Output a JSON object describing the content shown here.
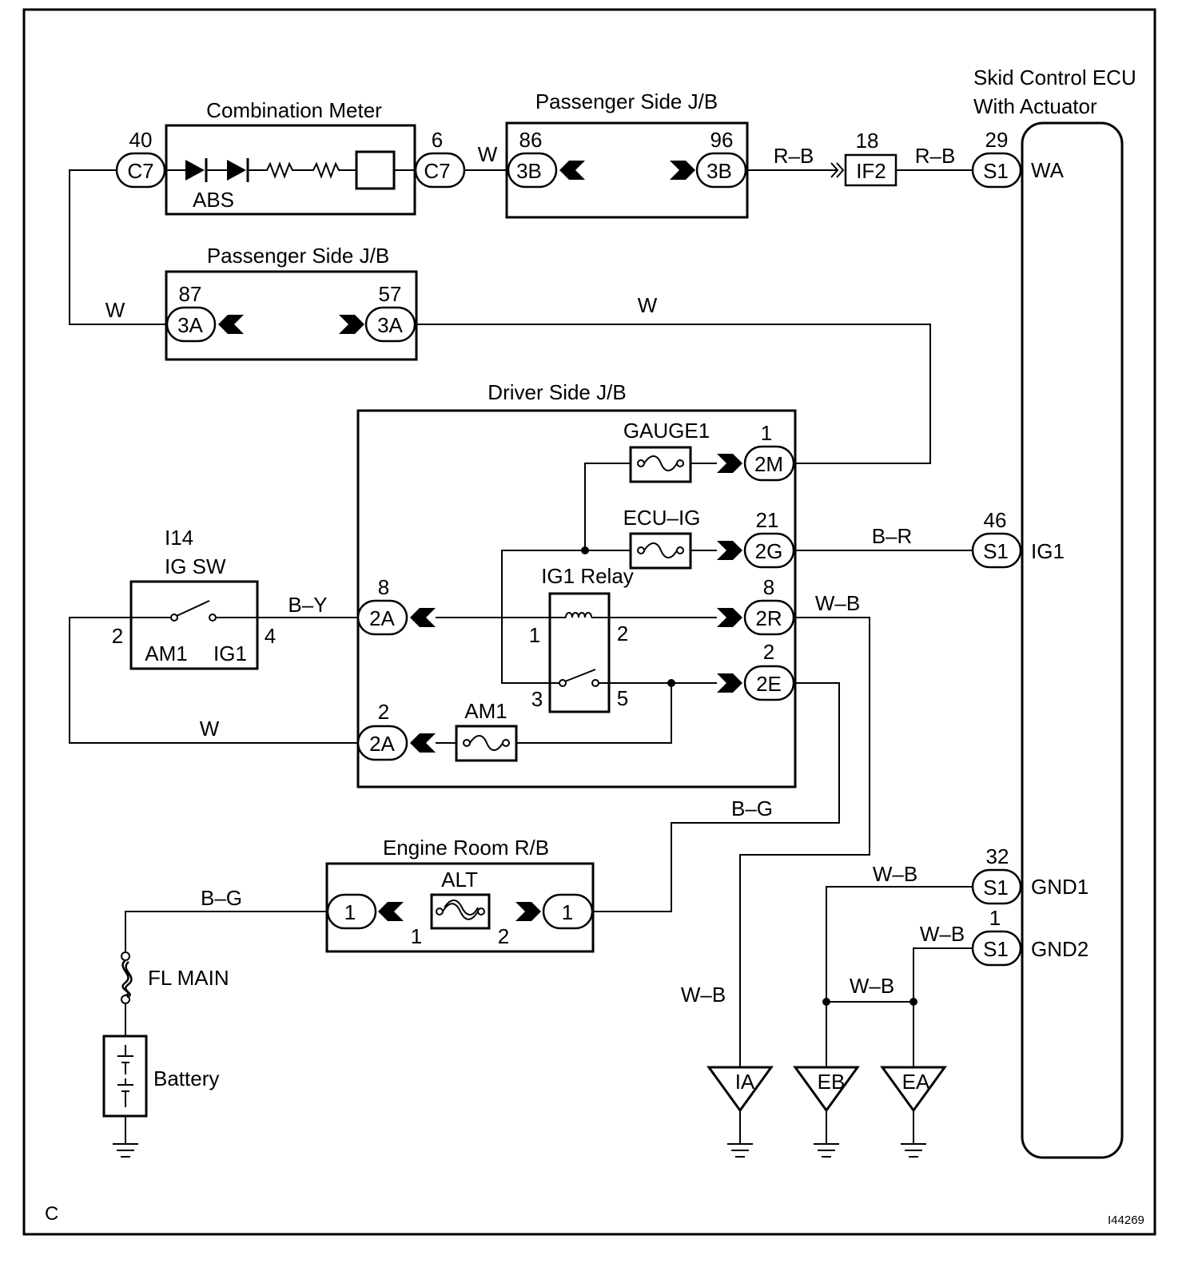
{
  "components": {
    "combination_meter": "Combination Meter",
    "abs": "ABS",
    "passenger_jb": "Passenger Side J/B",
    "driver_jb": "Driver Side J/B",
    "engine_rb": "Engine Room R/B",
    "ecu_line1": "Skid Control ECU",
    "ecu_line2": "With Actuator",
    "ig_sw_code": "I14",
    "ig_sw": "IG SW",
    "ig_sw_am1": "AM1",
    "ig_sw_ig1": "IG1",
    "ig1_relay": "IG1 Relay",
    "fuse_gauge1": "GAUGE1",
    "fuse_ecu_ig": "ECU–IG",
    "fuse_am1": "AM1",
    "fuse_alt": "ALT",
    "fl_main": "FL MAIN",
    "battery": "Battery",
    "if2": "IF2"
  },
  "connectors": {
    "c7_left": "C7",
    "c7_right": "C7",
    "3b_left": "3B",
    "3b_right": "3B",
    "3a_left": "3A",
    "3a_right": "3A",
    "s1_wa": "S1",
    "s1_ig1": "S1",
    "s1_gnd1": "S1",
    "s1_gnd2": "S1",
    "2m": "2M",
    "2g": "2G",
    "2r": "2R",
    "2e": "2E",
    "2a_top": "2A",
    "2a_bottom": "2A",
    "rb_left": "1",
    "rb_right": "1"
  },
  "pins": {
    "c7_left": "40",
    "c7_right": "6",
    "3b_left": "86",
    "3b_right": "96",
    "if2": "18",
    "s1_wa": "29",
    "s1_ig1": "46",
    "s1_gnd1": "32",
    "s1_gnd2": "1",
    "3a_left": "87",
    "3a_right": "57",
    "2m": "1",
    "2g": "21",
    "2r": "8",
    "2e": "2",
    "2a_top": "8",
    "2a_bottom": "2",
    "ig_sw_left": "2",
    "ig_sw_right": "4",
    "relay_1": "1",
    "relay_2": "2",
    "relay_3": "3",
    "relay_5": "5",
    "alt_1": "1",
    "alt_2": "2"
  },
  "terminals": {
    "wa": "WA",
    "ig1": "IG1",
    "gnd1": "GND1",
    "gnd2": "GND2"
  },
  "wires": {
    "meter_to_3b": "W",
    "3b_to_if2": "R–B",
    "if2_to_s1": "R–B",
    "left_to_3a": "W",
    "3a_to_2m": "W",
    "2g_to_ig1": "B–R",
    "igsw_to_2a": "B–Y",
    "2r_out": "W–B",
    "am1_to_igsw": "W",
    "2e_to_rb": "B–G",
    "battery_to_rb": "B–G",
    "gnd1": "W–B",
    "gnd2": "W–B",
    "eb_ea": "W–B",
    "ia_drop": "W–B"
  },
  "grounds": {
    "ia": "IA",
    "eb": "EB",
    "ea": "EA"
  },
  "footer": {
    "corner": "C",
    "figure_id": "I44269"
  }
}
